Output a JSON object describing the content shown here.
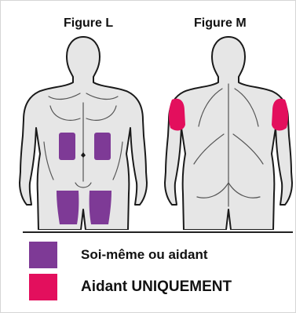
{
  "figures": {
    "left": {
      "title": "Figure L"
    },
    "right": {
      "title": "Figure M"
    }
  },
  "legend": {
    "items": [
      {
        "label": "Soi-même ou aidant",
        "color": "#7e3a96"
      },
      {
        "label": "Aidant UNIQUEMENT",
        "color": "#e30f5d"
      }
    ]
  },
  "colors": {
    "self_or_caregiver": "#7e3a96",
    "caregiver_only": "#e30f5d",
    "body_fill": "#e6e6e6",
    "body_outline": "#1a1a1a"
  }
}
